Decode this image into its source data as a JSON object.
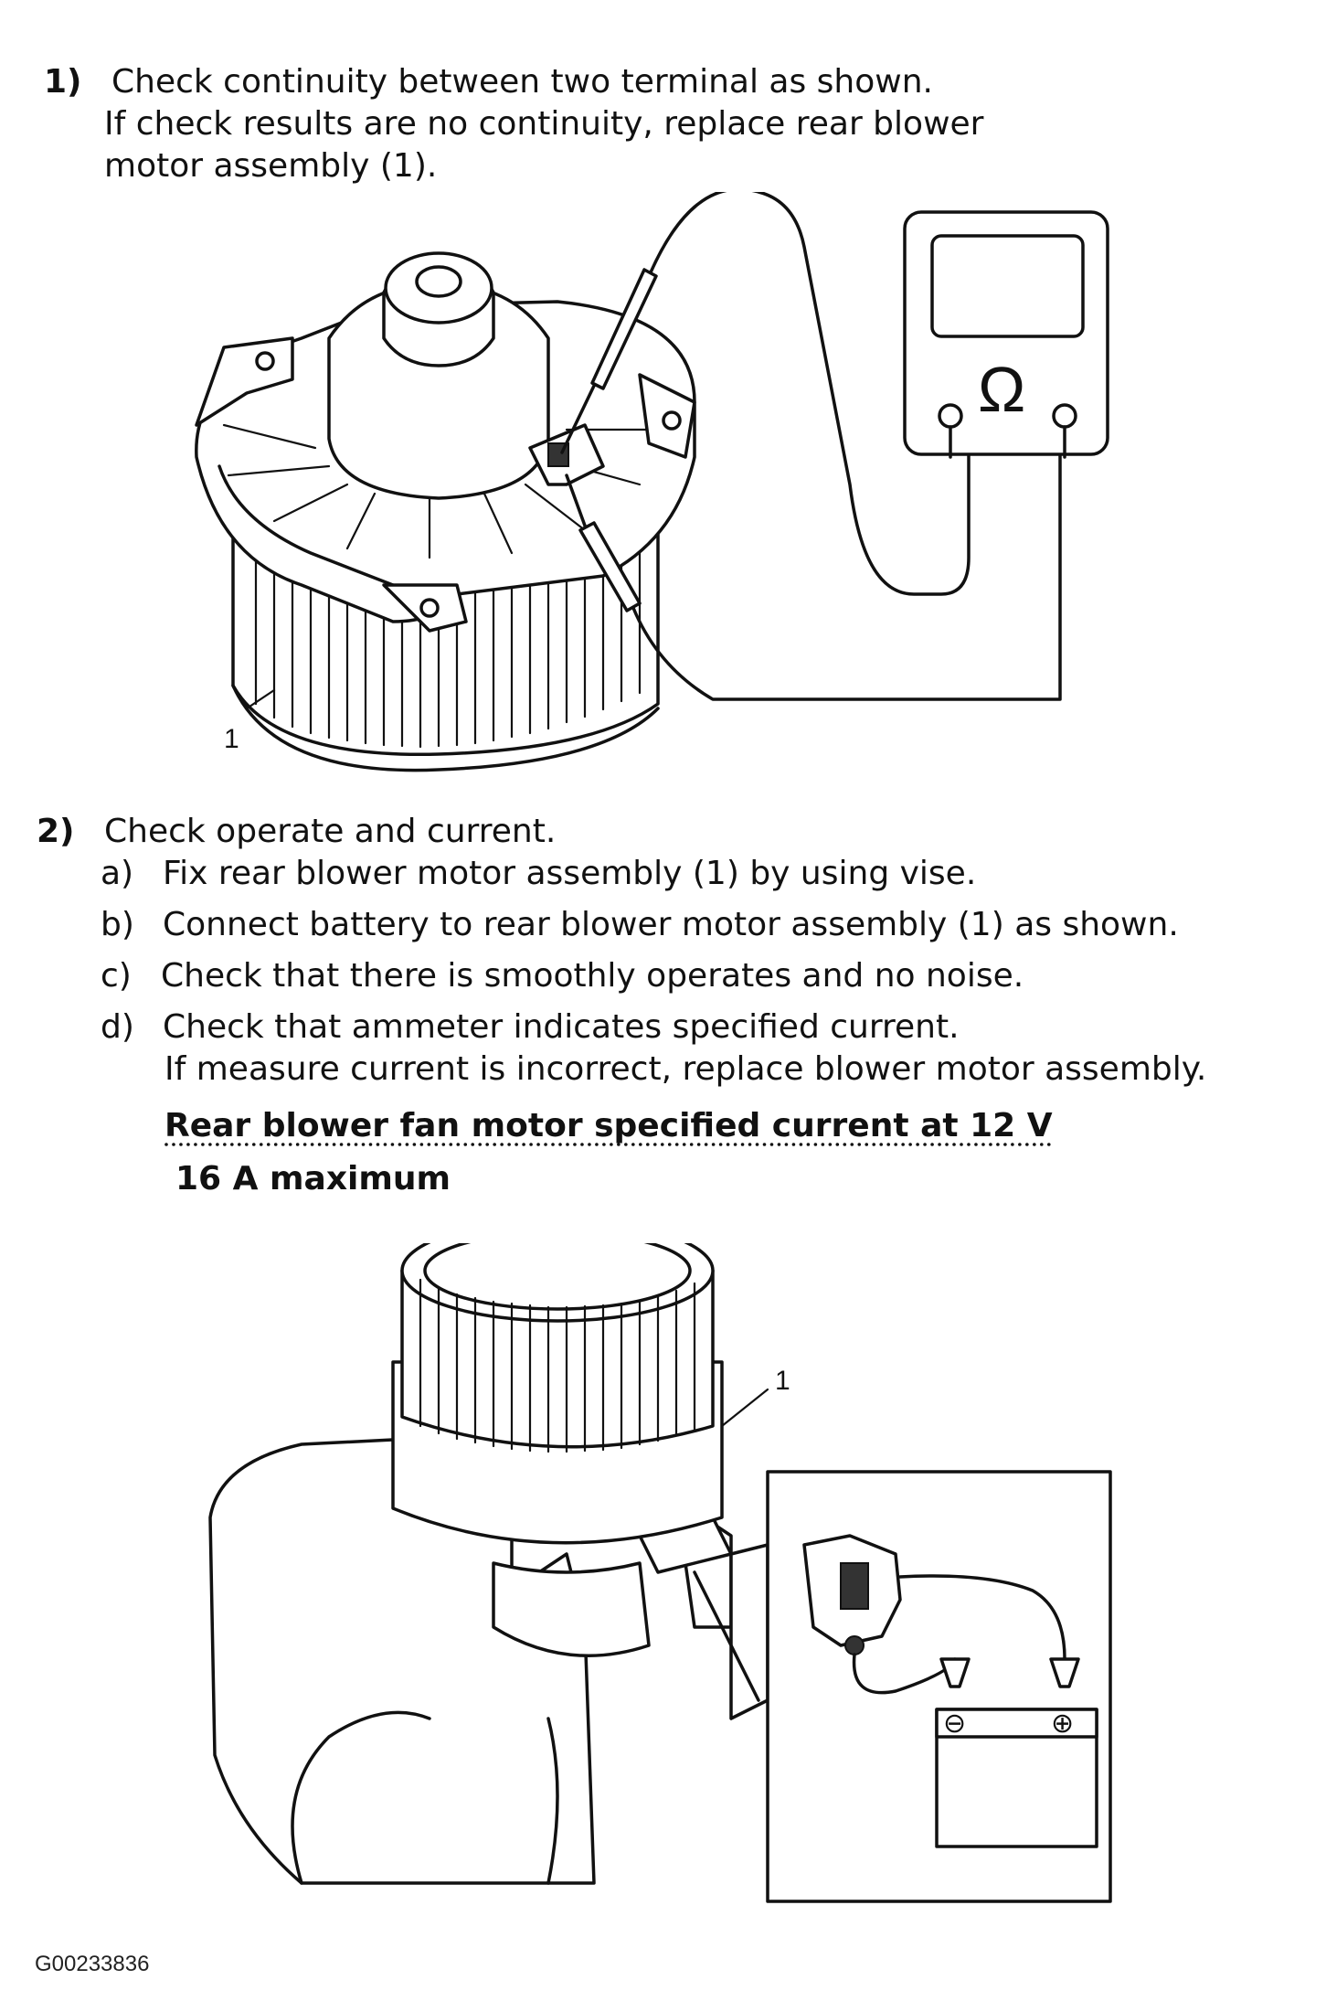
{
  "step1": {
    "number": "1)",
    "lines": [
      "Check continuity between two terminal as shown.",
      "If check results are no continuity, replace rear blower",
      "motor assembly (1)."
    ]
  },
  "figure1": {
    "callout": "1",
    "meter_symbol": "Ω"
  },
  "step2": {
    "number": "2)",
    "title": "Check operate and current.",
    "items": [
      {
        "label": "a)",
        "text": "Fix rear blower motor assembly (1) by using vise."
      },
      {
        "label": "b)",
        "text": "Connect battery to rear blower motor assembly (1) as shown."
      },
      {
        "label": "c)",
        "text": "Check that there is smoothly operates and no noise."
      },
      {
        "label": "d)",
        "text": "Check that ammeter indicates specified current."
      }
    ],
    "note": "If measure current is incorrect, replace blower motor assembly.",
    "spec_title": "Rear blower fan motor specified current at 12 V",
    "spec_value": "16 A maximum"
  },
  "figure2": {
    "callout": "1",
    "battery_minus": "⊖",
    "battery_plus": "⊕"
  },
  "figure_code": "G00233836"
}
